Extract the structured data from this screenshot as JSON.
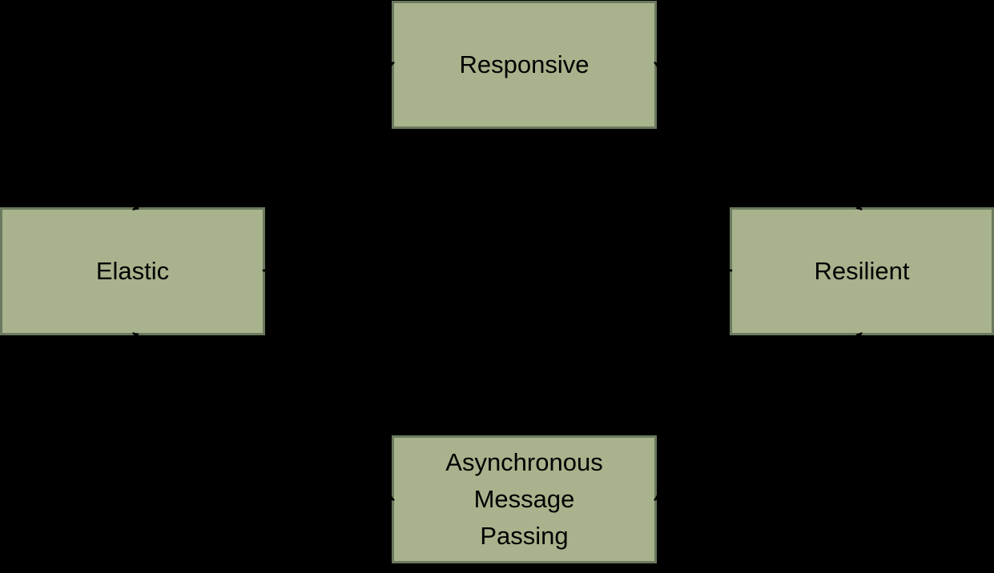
{
  "colors": {
    "background": "#000000",
    "node_fill": "#a8b28c",
    "node_border": "#6b7a5e",
    "text": "#000000",
    "connector": "#000000"
  },
  "nodes": {
    "top": {
      "label": "Responsive"
    },
    "left": {
      "label": "Elastic"
    },
    "right": {
      "label": "Resilient"
    },
    "bottom": {
      "label": "Asynchronous Message Passing",
      "lines": [
        "Asynchronous",
        "Message",
        "Passing"
      ]
    }
  },
  "connectors": [
    {
      "from": "Elastic",
      "to": "Responsive",
      "bidirectional": true
    },
    {
      "from": "Resilient",
      "to": "Responsive",
      "bidirectional": true
    },
    {
      "from": "Asynchronous Message Passing",
      "to": "Elastic",
      "bidirectional": true
    },
    {
      "from": "Asynchronous Message Passing",
      "to": "Resilient",
      "bidirectional": true
    },
    {
      "from": "Elastic",
      "to": "Resilient",
      "bidirectional": true
    }
  ]
}
